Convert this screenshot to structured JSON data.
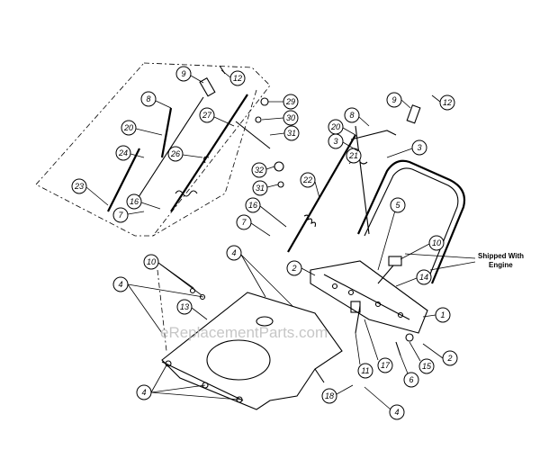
{
  "note": {
    "line1": "Shipped With",
    "line2": "Engine"
  },
  "watermark": "eReplacementParts.com",
  "callouts": [
    "9",
    "12",
    "8",
    "20",
    "24",
    "26",
    "27",
    "29",
    "30",
    "31",
    "32",
    "23",
    "7",
    "16",
    "22",
    "21",
    "3",
    "10",
    "5",
    "14",
    "1",
    "2",
    "4",
    "13",
    "17",
    "15",
    "11",
    "6",
    "18"
  ]
}
